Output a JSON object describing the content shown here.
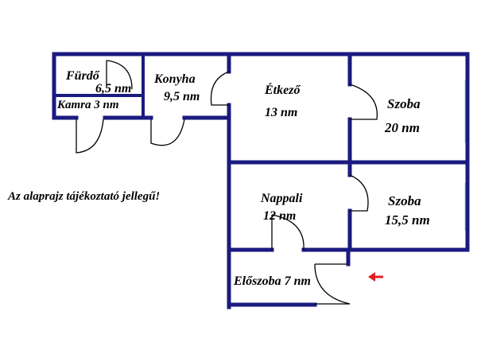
{
  "colors": {
    "wall": "#1a1a80",
    "window": "#b8d0e8",
    "text": "#000000",
    "arrow": "#e02020",
    "background": "#ffffff"
  },
  "rooms": {
    "furdo": {
      "name": "Fürdő",
      "area": "6,5 nm"
    },
    "kamra": {
      "name": "Kamra",
      "area": "3 nm"
    },
    "konyha": {
      "name": "Konyha",
      "area": "9,5 nm"
    },
    "etkezo": {
      "name": "Étkező",
      "area": "13 nm"
    },
    "szoba1": {
      "name": "Szoba",
      "area": "20 nm"
    },
    "nappali": {
      "name": "Nappali",
      "area": "12 nm"
    },
    "szoba2": {
      "name": "Szoba",
      "area": "15,5 nm"
    },
    "eloszoba": {
      "name": "Előszoba",
      "area": "7 nm"
    }
  },
  "note": "Az alaprajz tájékoztató jellegű!",
  "icons": {
    "entrance_marker": "red-arrow-left-icon"
  }
}
